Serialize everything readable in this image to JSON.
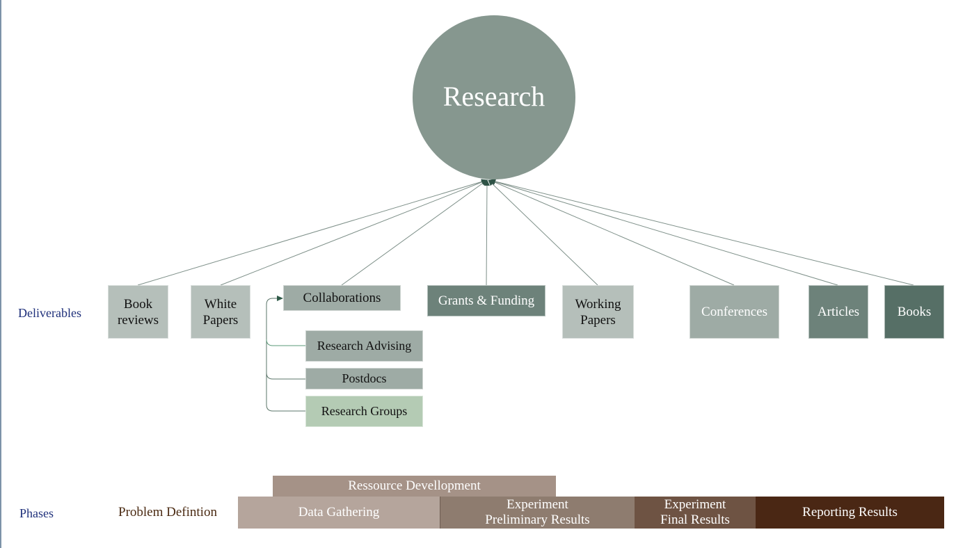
{
  "center": {
    "label": "Research",
    "color": "#86978f"
  },
  "row_labels": {
    "deliverables": "Deliverables",
    "phases": "Phases"
  },
  "deliverables": [
    {
      "id": "book-reviews",
      "line1": "Book",
      "line2": "reviews",
      "color": "#b5bfba",
      "text": "dark"
    },
    {
      "id": "white-papers",
      "line1": "White",
      "line2": "Papers",
      "color": "#b5bfba",
      "text": "dark"
    },
    {
      "id": "collaborations",
      "line1": "Collaborations",
      "line2": "",
      "color": "#9eaba5",
      "text": "dark"
    },
    {
      "id": "grants-funding",
      "line1": "Grants & Funding",
      "line2": "",
      "color": "#6d827a",
      "text": "light"
    },
    {
      "id": "working-papers",
      "line1": "Working",
      "line2": "Papers",
      "color": "#b5bfba",
      "text": "dark"
    },
    {
      "id": "conferences",
      "line1": "Conferences",
      "line2": "",
      "color": "#9eaba5",
      "text": "light"
    },
    {
      "id": "articles",
      "line1": "Articles",
      "line2": "",
      "color": "#6d827a",
      "text": "light"
    },
    {
      "id": "books",
      "line1": "Books",
      "line2": "",
      "color": "#566f66",
      "text": "light"
    }
  ],
  "collaboration_children": [
    {
      "id": "research-advising",
      "label": "Research Advising",
      "color": "#9eaba5"
    },
    {
      "id": "postdocs",
      "label": "Postdocs",
      "color": "#9eaba5"
    },
    {
      "id": "research-groups",
      "label": "Research Groups",
      "color": "#b4cbb4"
    }
  ],
  "phases": {
    "problem_definition": "Problem Defintion",
    "items": [
      {
        "id": "ressource-devellopment",
        "line1": "Ressource Devellopment",
        "line2": "",
        "color": "#a59287"
      },
      {
        "id": "data-gathering",
        "line1": "Data Gathering",
        "line2": "",
        "color": "#b5a59c"
      },
      {
        "id": "experiment-preliminary",
        "line1": "Experiment",
        "line2": "Preliminary Results",
        "color": "#8e7c6f"
      },
      {
        "id": "experiment-final",
        "line1": "Experiment",
        "line2": "Final Results",
        "color": "#6e5343"
      },
      {
        "id": "reporting-results",
        "line1": "Reporting Results",
        "line2": "",
        "color": "#4a2714"
      }
    ]
  },
  "colors": {
    "link_line": "#7d8f88",
    "arrow_head": "#2f5346",
    "collab_arrow": "#2f5a48",
    "label_blue": "#1e2f7a",
    "label_brown": "#4a2a12"
  }
}
